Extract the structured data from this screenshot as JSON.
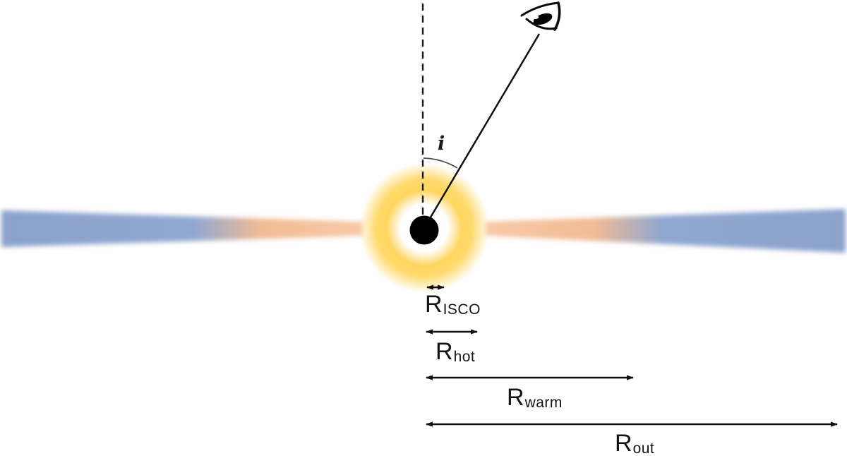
{
  "figure": {
    "type": "accretion-disc-schematic",
    "labels": {
      "inclination": "i",
      "r_isco": {
        "base": "R",
        "sub": "ISCO"
      },
      "r_hot": {
        "base": "R",
        "sub": "hot"
      },
      "r_warm": {
        "base": "R",
        "sub": "warm"
      },
      "r_out": {
        "base": "R",
        "sub": "out"
      }
    },
    "colors": {
      "disc_outer_blue": "#8CA2CC",
      "disc_inner_orange": "#F6C6A3",
      "corona_yellow": "#FFD65F",
      "black_hole": "#000000",
      "line_ink": "#1A1A1A",
      "background": "#FFFFFF"
    }
  }
}
